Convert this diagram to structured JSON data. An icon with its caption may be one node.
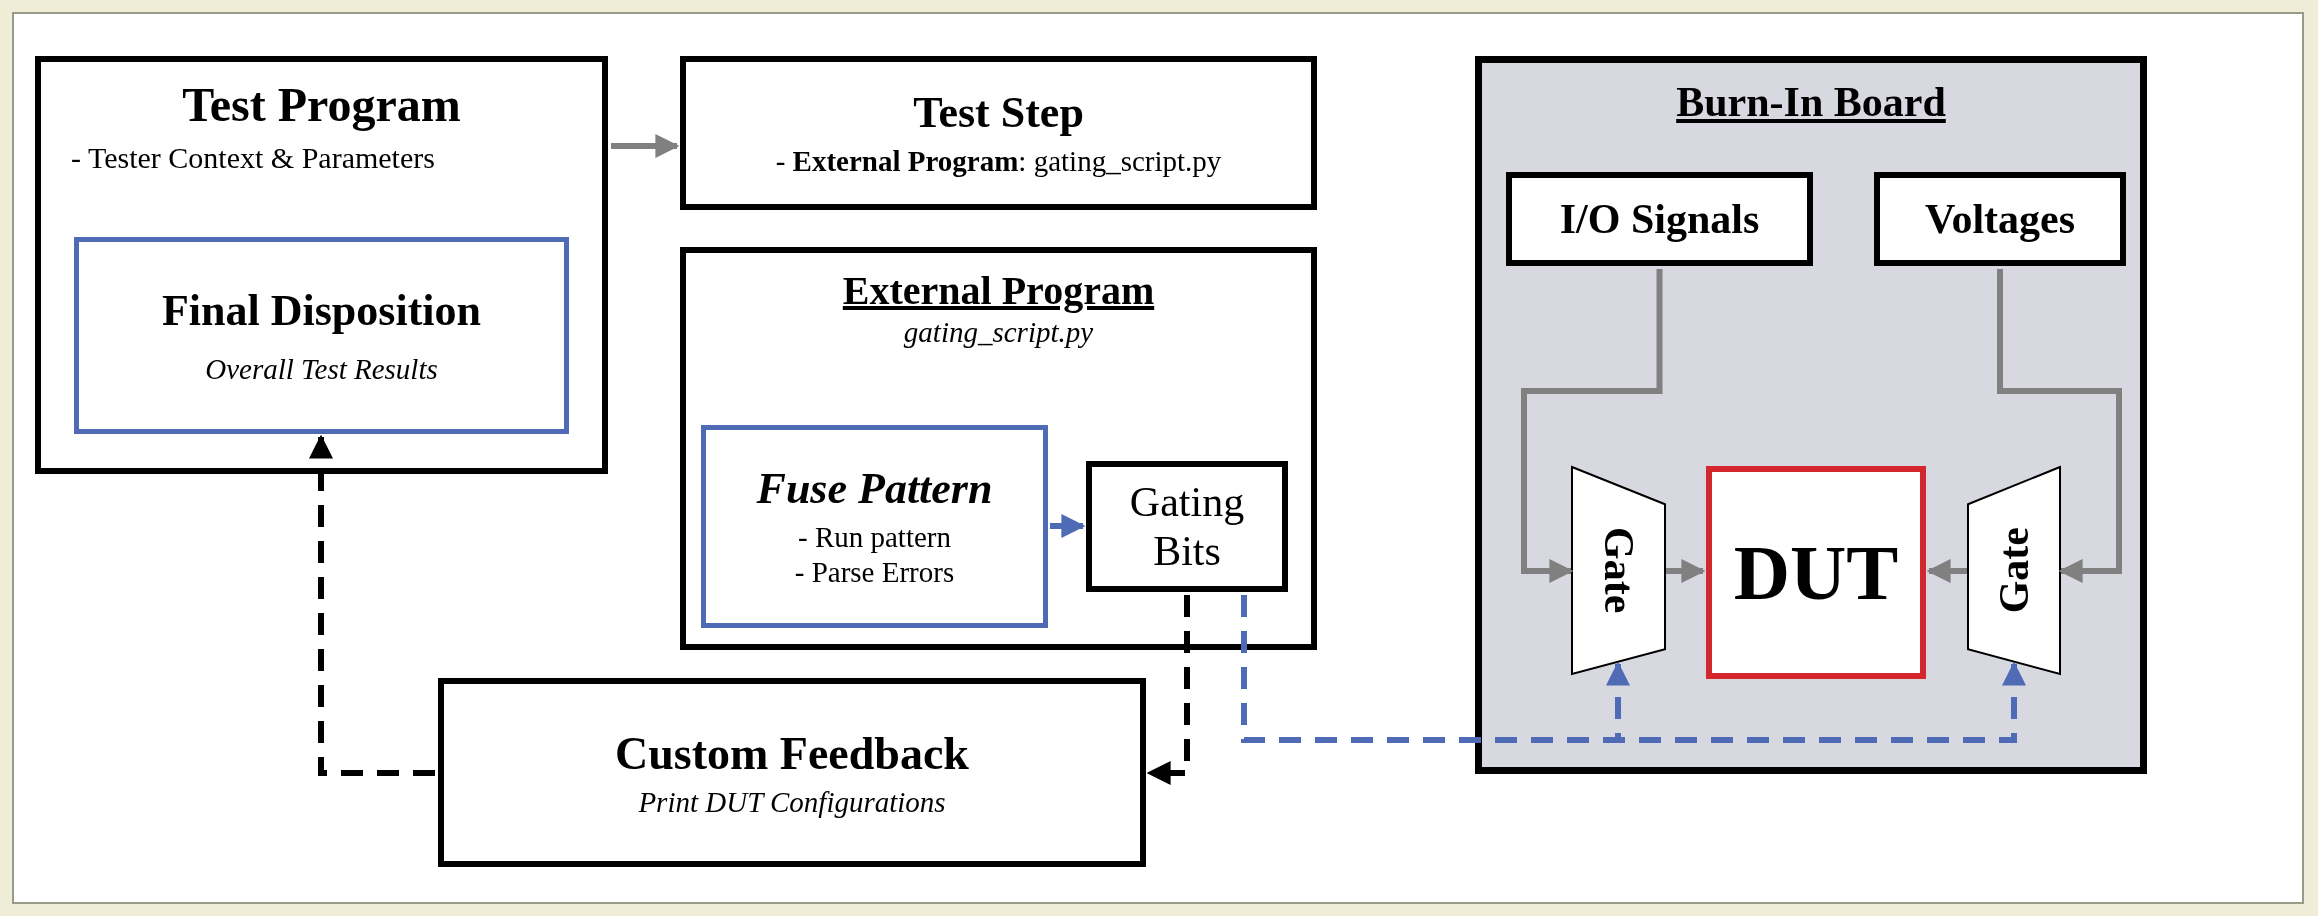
{
  "diagram": {
    "nodes": [
      {
        "text": [
          "Test Program",
          "- Tester Context & Parameters"
        ]
      },
      {
        "text": [
          "Final Disposition",
          "Overall Test Results"
        ],
        "in": 0
      },
      {
        "text": [
          "Test Step",
          "- **External Program**:  gating_script.py"
        ]
      },
      {
        "text": [
          "External Program",
          "gating_script.py"
        ]
      },
      {
        "text": [
          "Fuse Pattern",
          "- Run pattern",
          "- Parse Errors"
        ],
        "in": 3
      },
      {
        "text": [
          "Gating Bits"
        ],
        "in": 3
      },
      {
        "text": [
          "Custom Feedback",
          "Print DUT Configurations"
        ]
      },
      {
        "text": [
          "Burn-In Board"
        ]
      },
      {
        "text": [
          "I/O Signals"
        ],
        "in": 7
      },
      {
        "text": [
          "Voltages"
        ],
        "in": 7
      },
      {
        "text": [
          "Gate"
        ],
        "in": 7
      },
      {
        "text": [
          "DUT"
        ],
        "in": 7
      },
      {
        "text": [
          "Gate"
        ],
        "in": 7
      }
    ],
    "edges": [
      {
        "from": 0,
        "to": 2,
        "arrow": "to"
      },
      {
        "from": 4,
        "to": 5,
        "arrow": "to",
        "color": "#4f6bb5"
      },
      {
        "from": 5,
        "to": 6,
        "arrow": "to",
        "style": "dashed",
        "color": "#000000"
      },
      {
        "from": 6,
        "to": 1,
        "arrow": "to",
        "style": "dashed",
        "color": "#000000"
      },
      {
        "from": 8,
        "to": 10,
        "arrow": "to"
      },
      {
        "from": 9,
        "to": 12,
        "arrow": "to"
      },
      {
        "from": 10,
        "to": 11,
        "arrow": "to"
      },
      {
        "from": 12,
        "to": 11,
        "arrow": "to"
      },
      {
        "from": 5,
        "to": 10,
        "arrow": "to",
        "style": "dashed",
        "color": "#4f6bb5"
      },
      {
        "from": 5,
        "to": 12,
        "arrow": "to",
        "style": "dashed",
        "color": "#4f6bb5"
      }
    ]
  }
}
